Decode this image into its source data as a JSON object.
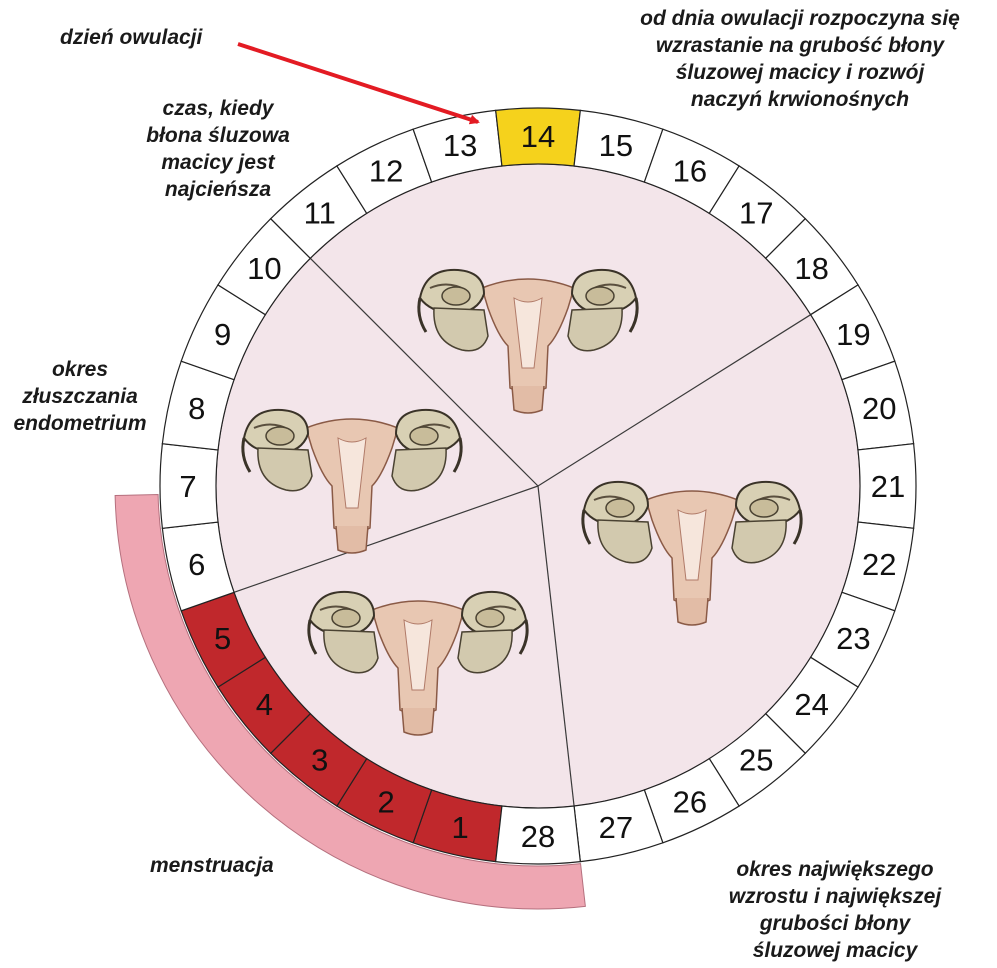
{
  "annotations": {
    "ovulation_day": "dzień owulacji",
    "thinnest_lines": [
      "czas, kiedy",
      "błona śluzowa",
      "macicy jest",
      "najcieńsza"
    ],
    "after_ovulation_lines": [
      "od dnia owulacji rozpoczyna się",
      "wzrastanie na grubość błony",
      "śluzowej macicy i rozwój",
      "naczyń krwionośnych"
    ],
    "shedding_lines": [
      "okres",
      "złuszczania",
      "endometrium"
    ],
    "menstruation": "menstruacja",
    "max_growth_lines": [
      "okres największego",
      "wzrostu i największej",
      "grubości błony",
      "śluzowej macicy"
    ]
  },
  "cycle": {
    "days": [
      "1",
      "2",
      "3",
      "4",
      "5",
      "6",
      "7",
      "8",
      "9",
      "10",
      "11",
      "12",
      "13",
      "14",
      "15",
      "16",
      "17",
      "18",
      "19",
      "20",
      "21",
      "22",
      "23",
      "24",
      "25",
      "26",
      "27",
      "28"
    ],
    "menstruation_days": [
      1,
      2,
      3,
      4,
      5
    ],
    "ovulation_day": 14
  },
  "icons": {
    "uterus": "uterus-illustration-icon",
    "arrow": "red-arrow-icon"
  },
  "colors": {
    "menstruation_cell": "#c0282c",
    "ovulation_cell": "#f5d21c",
    "normal_cell": "#ffffff",
    "inner_disc": "#f3e5ea",
    "menstruation_band": "#eea6b2",
    "arrow": "#e31b23"
  }
}
